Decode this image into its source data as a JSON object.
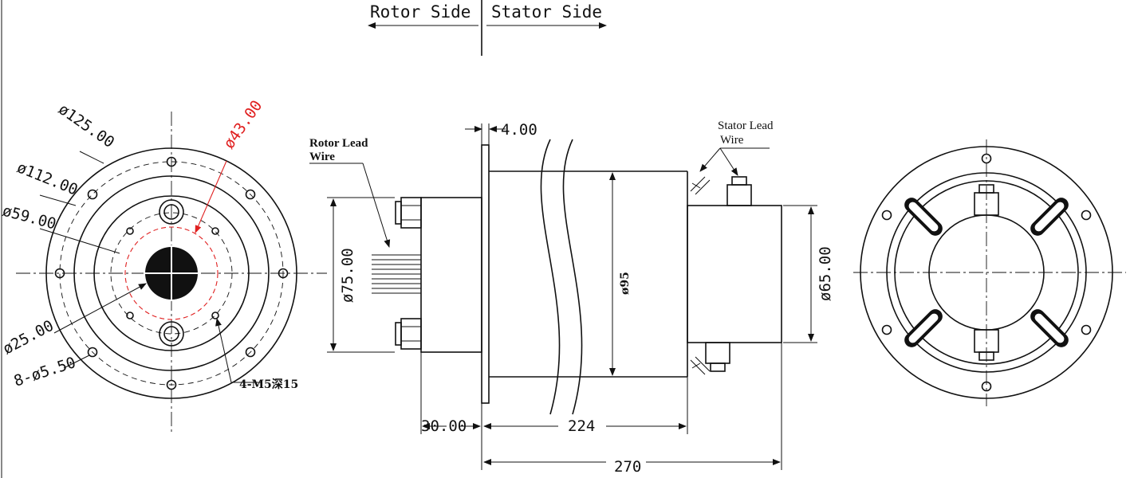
{
  "header": {
    "rotor_side": "Rotor Side",
    "stator_side": "Stator Side"
  },
  "front_view": {
    "d_outer": "ø125.00",
    "d_bolt_circle": "ø112.00",
    "d_red": "ø43.00",
    "d_inner": "ø59.00",
    "d_bore": "ø25.00",
    "holes": "8-ø5.50",
    "tapped_holes": "4-M5深15"
  },
  "side_view": {
    "rotor_lead_line1": "Rotor Lead",
    "rotor_lead_line2": "Wire",
    "stator_lead_line1": "Stator Lead",
    "stator_lead_line2": "Wire",
    "flange_thickness": "4.00",
    "d_rotor": "ø75.00",
    "d_body": "ø95",
    "d_stator": "ø65.00",
    "len_rotor": "30.00",
    "len_body": "224",
    "len_total": "270"
  },
  "colors": {
    "line": "#111111",
    "highlight": "#e02020"
  }
}
